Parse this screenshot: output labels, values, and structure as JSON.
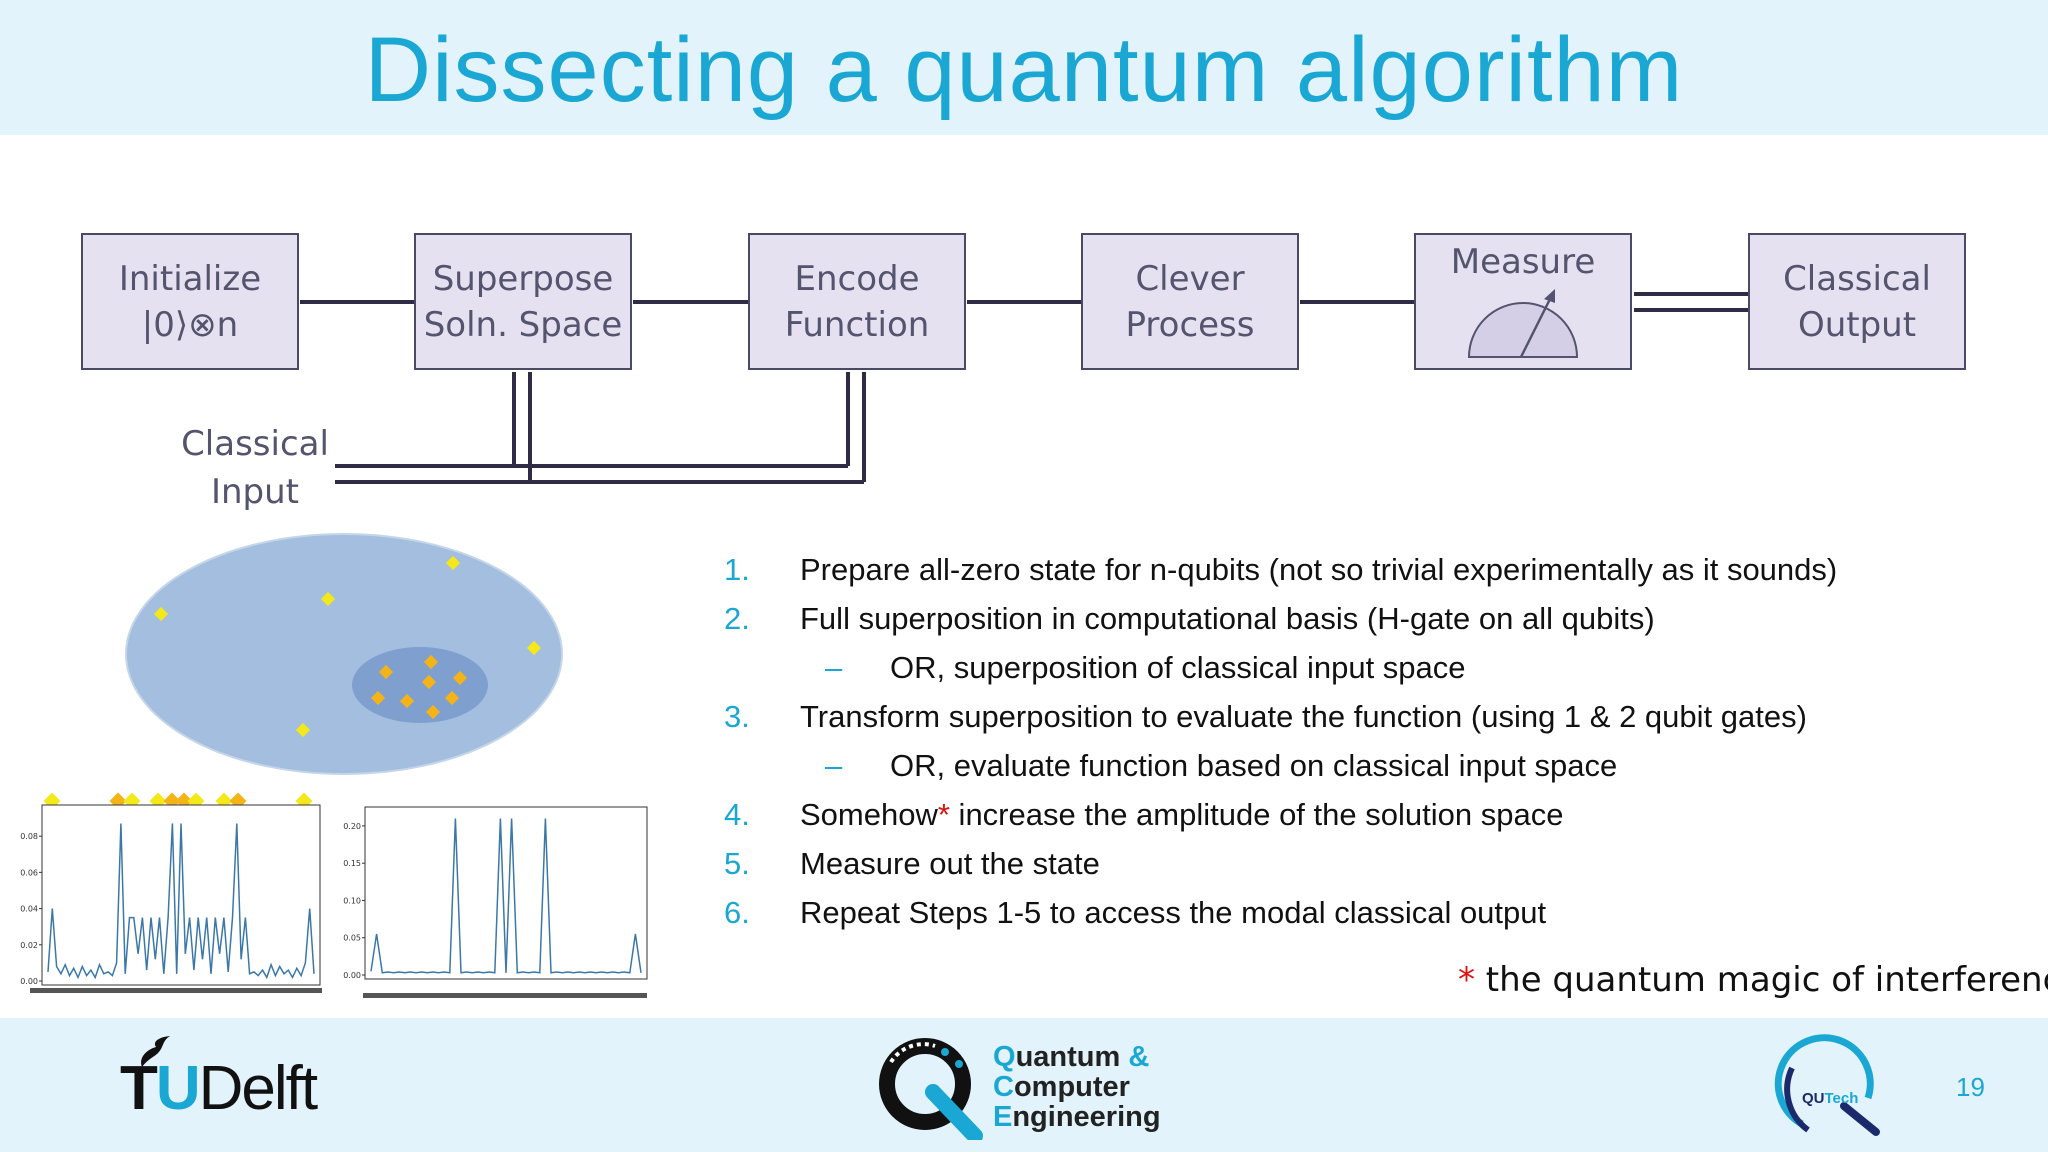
{
  "slide": {
    "title": "Dissecting a quantum algorithm",
    "page_number": "19"
  },
  "pipeline": {
    "boxes": [
      {
        "line1": "Initialize",
        "line2": "|0⟩⊗n"
      },
      {
        "line1": "Superpose",
        "line2": "Soln. Space"
      },
      {
        "line1": "Encode",
        "line2": "Function"
      },
      {
        "line1": "Clever",
        "line2": "Process"
      },
      {
        "line1": "Measure",
        "line2": ""
      },
      {
        "line1": "Classical",
        "line2": "Output"
      }
    ],
    "classical_input": {
      "line1": "Classical",
      "line2": "Input"
    }
  },
  "steps": [
    {
      "num": "1.",
      "text": "Prepare all-zero state for n-qubits (not so trivial experimentally as it sounds)"
    },
    {
      "num": "2.",
      "text": "Full superposition in computational basis (H-gate on all qubits)"
    },
    {
      "num": "–",
      "text": "OR, superposition of classical input space",
      "sub": true
    },
    {
      "num": "3.",
      "text": "Transform superposition to evaluate the function (using 1 & 2 qubit gates)"
    },
    {
      "num": "–",
      "text": "OR, evaluate function based on classical input space",
      "sub": true
    },
    {
      "num": "4.",
      "text_before": "Somehow",
      "star": "*",
      "text_after": " increase the amplitude of the solution space"
    },
    {
      "num": "5.",
      "text": "Measure out the state"
    },
    {
      "num": "6.",
      "text": "Repeat Steps 1-5 to access the modal classical output"
    }
  ],
  "footnote": {
    "star": "*",
    "text": " the quantum magic of interference"
  },
  "logos": {
    "tudelft": {
      "t": "T",
      "u": "U",
      "delft": "Delft"
    },
    "qce": {
      "q": "Q",
      "uantum": "uantum",
      "amp": " &",
      "c": "C",
      "omputer": "omputer",
      "e": "E",
      "ngineering": "ngineering"
    },
    "qutech": {
      "qu": "QU",
      "tech": "Tech"
    }
  },
  "colors": {
    "accent": "#1aa7d3",
    "header_bg": "#e2f3fb",
    "box_fill": "#e5e1f0",
    "ellipse_outer": "#a4bedf",
    "ellipse_inner": "#7f9fcf",
    "star_red": "#e01010",
    "diamond_yellow": "#f5e81a",
    "diamond_orange": "#f4b418",
    "plot_line": "#3b78a8"
  },
  "plots": {
    "left": {
      "yticks": [
        "0.08",
        "0.06",
        "0.04",
        "0.02",
        "0.00"
      ],
      "ylim": [
        0,
        0.095
      ],
      "values": [
        0.005,
        0.04,
        0.008,
        0.004,
        0.009,
        0.003,
        0.007,
        0.002,
        0.008,
        0.003,
        0.006,
        0.002,
        0.009,
        0.004,
        0.005,
        0.003,
        0.01,
        0.087,
        0.004,
        0.035,
        0.035,
        0.015,
        0.035,
        0.006,
        0.035,
        0.012,
        0.035,
        0.004,
        0.035,
        0.087,
        0.004,
        0.087,
        0.015,
        0.035,
        0.006,
        0.035,
        0.012,
        0.035,
        0.004,
        0.035,
        0.015,
        0.035,
        0.005,
        0.035,
        0.087,
        0.012,
        0.035,
        0.004,
        0.005,
        0.003,
        0.006,
        0.002,
        0.009,
        0.003,
        0.008,
        0.004,
        0.006,
        0.002,
        0.007,
        0.003,
        0.01,
        0.04,
        0.004
      ]
    },
    "right": {
      "yticks": [
        "0.20",
        "0.15",
        "0.10",
        "0.05",
        "0.00"
      ],
      "ylim": [
        0,
        0.22
      ],
      "values": [
        0.005,
        0.055,
        0.003,
        0.004,
        0.003,
        0.004,
        0.003,
        0.004,
        0.003,
        0.004,
        0.003,
        0.004,
        0.003,
        0.004,
        0.003,
        0.21,
        0.003,
        0.004,
        0.003,
        0.004,
        0.003,
        0.004,
        0.003,
        0.21,
        0.003,
        0.21,
        0.003,
        0.004,
        0.003,
        0.004,
        0.003,
        0.21,
        0.003,
        0.004,
        0.003,
        0.004,
        0.003,
        0.004,
        0.003,
        0.004,
        0.003,
        0.004,
        0.003,
        0.004,
        0.003,
        0.004,
        0.003,
        0.055,
        0.003
      ]
    }
  }
}
